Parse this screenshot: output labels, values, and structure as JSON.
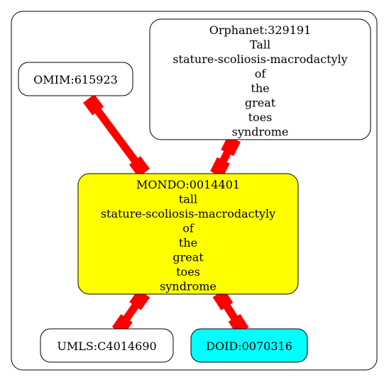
{
  "graph": {
    "nodes": [
      {
        "id": "orphanet",
        "lines": [
          "Orphanet:329191",
          "Tall",
          "stature-scoliosis-macrodactyly",
          "of",
          "the",
          "great",
          "toes",
          "syndrome"
        ],
        "fill": "#ffffff"
      },
      {
        "id": "omim",
        "lines": [
          "OMIM:615923"
        ],
        "fill": "#ffffff"
      },
      {
        "id": "mondo",
        "lines": [
          "MONDO:0014401",
          "tall",
          "stature-scoliosis-macrodactyly",
          "of",
          "the",
          "great",
          "toes",
          "syndrome"
        ],
        "fill": "#ffff00"
      },
      {
        "id": "umls",
        "lines": [
          "UMLS:C4014690"
        ],
        "fill": "#ffffff"
      },
      {
        "id": "doid",
        "lines": [
          "DOID:0070316"
        ],
        "fill": "#00ffff"
      }
    ],
    "edges": [
      {
        "from": "omim",
        "to": "mondo",
        "color": "#ff0000"
      },
      {
        "from": "orphanet",
        "to": "mondo",
        "color": "#ff0000"
      },
      {
        "from": "mondo",
        "to": "umls",
        "color": "#ff0000"
      },
      {
        "from": "mondo",
        "to": "doid",
        "color": "#ff0000"
      }
    ]
  }
}
